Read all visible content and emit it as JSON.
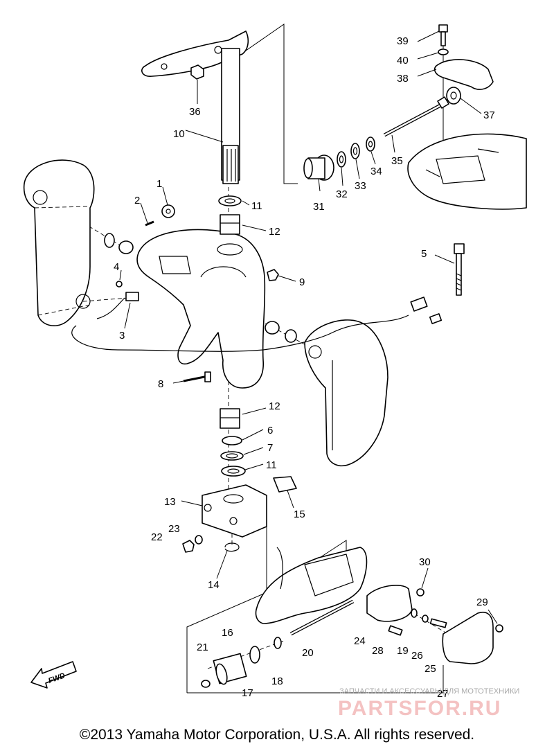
{
  "diagram": {
    "callouts": {
      "c1": "1",
      "c2": "2",
      "c3": "3",
      "c4": "4",
      "c5": "5",
      "c6": "6",
      "c7": "7",
      "c8": "8",
      "c9": "9",
      "c10": "10",
      "c11a": "11",
      "c11b": "11",
      "c12a": "12",
      "c12b": "12",
      "c13": "13",
      "c14": "14",
      "c15": "15",
      "c16": "16",
      "c17": "17",
      "c18": "18",
      "c19": "19",
      "c20": "20",
      "c21": "21",
      "c22": "22",
      "c23": "23",
      "c24": "24",
      "c25": "25",
      "c26": "26",
      "c27": "27",
      "c28": "28",
      "c29": "29",
      "c30": "30",
      "c31": "31",
      "c32": "32",
      "c33": "33",
      "c34": "34",
      "c35": "35",
      "c36": "36",
      "c37": "37",
      "c38": "38",
      "c39": "39",
      "c40": "40"
    },
    "fwd_label": "FWD"
  },
  "watermark": {
    "caption": "ЗАПЧАСТИ И АКСЕССУАРЫ ДЛЯ МОТОТЕХНИКИ",
    "brand": "PARTSFOR.RU"
  },
  "footer": {
    "copyright": "©2013 Yamaha Motor Corporation, U.S.A. All rights reserved."
  }
}
